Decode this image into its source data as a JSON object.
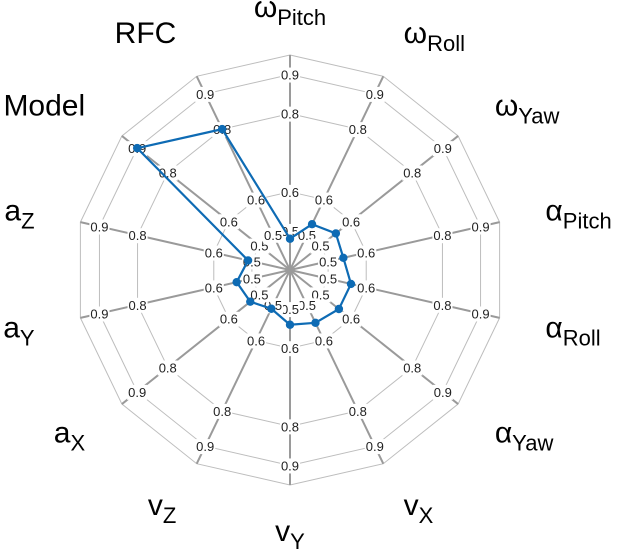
{
  "chart_data": {
    "type": "radar",
    "axes": [
      {
        "base": "ω",
        "sub": "Pitch"
      },
      {
        "base": "ω",
        "sub": "Roll"
      },
      {
        "base": "ω",
        "sub": "Yaw"
      },
      {
        "base": "α",
        "sub": "Pitch"
      },
      {
        "base": "α",
        "sub": "Roll"
      },
      {
        "base": "α",
        "sub": "Yaw"
      },
      {
        "base": "v",
        "sub": "X"
      },
      {
        "base": "v",
        "sub": "Y"
      },
      {
        "base": "v",
        "sub": "Z"
      },
      {
        "base": "a",
        "sub": "X"
      },
      {
        "base": "a",
        "sub": "Y"
      },
      {
        "base": "a",
        "sub": "Z"
      },
      {
        "base": "Model",
        "sub": ""
      },
      {
        "base": "RFC",
        "sub": ""
      }
    ],
    "ticks": [
      "0.5",
      "0.6",
      "0.8",
      "0.9"
    ],
    "tick_values": [
      0.5,
      0.6,
      0.8,
      0.9
    ],
    "rlim": [
      0.4,
      0.95
    ],
    "series": [
      {
        "color": "#0E6BB4",
        "values": [
          0.48,
          0.53,
          0.55,
          0.54,
          0.56,
          0.56,
          0.55,
          0.54,
          0.51,
          0.53,
          0.54,
          0.51,
          0.9,
          0.8
        ]
      }
    ]
  }
}
